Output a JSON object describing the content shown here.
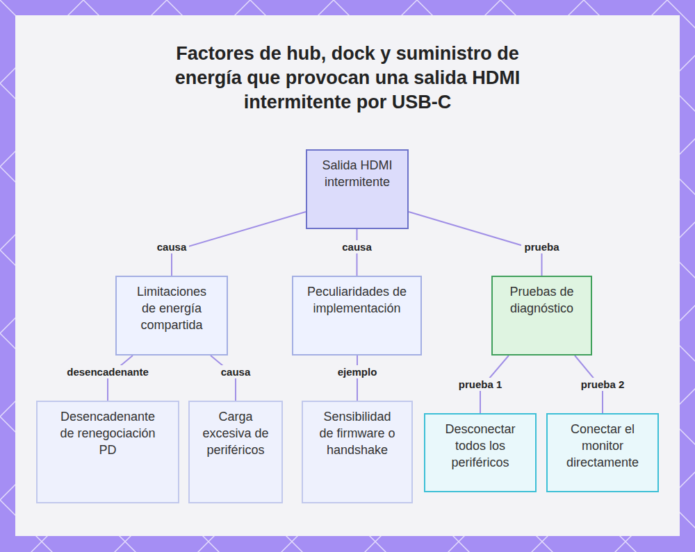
{
  "diagram": {
    "title": "Factores de hub, dock y suministro de energía que provocan una salida HDMI intermitente por USB-C",
    "nodes": [
      {
        "text": [
          "Salida HDMI intermitente"
        ]
      },
      {
        "text": [
          "Limitaciones de energía compartida"
        ]
      },
      {
        "text": [
          "Peculiaridades de implementación"
        ]
      },
      {
        "text": [
          "Pruebas de diagnóstico"
        ]
      },
      {
        "text": [
          "Desencadenante de renegociación PD"
        ]
      },
      {
        "text": [
          "Carga excesiva de periféricos"
        ]
      },
      {
        "text": [
          "Sensibilidad de firmware o handshake"
        ]
      },
      {
        "text": [
          "Desconectar todos los periféricos"
        ]
      },
      {
        "text": [
          "Conectar el monitor directamente"
        ]
      }
    ],
    "edges": [
      {
        "from": 0,
        "to": 1,
        "label": "causa",
        "arrow": "none"
      },
      {
        "from": 0,
        "to": 2,
        "label": "causa",
        "arrow": "none"
      },
      {
        "from": 0,
        "to": 3,
        "label": "prueba",
        "arrow": "none"
      },
      {
        "from": 1,
        "to": 4,
        "label": "desencadenante",
        "arrow": "none"
      },
      {
        "from": 1,
        "to": 5,
        "label": "causa",
        "arrow": "none"
      },
      {
        "from": 2,
        "to": 6,
        "label": "ejemplo",
        "arrow": "none"
      },
      {
        "from": 3,
        "to": 7,
        "label": "prueba 1",
        "arrow": "none"
      },
      {
        "from": 3,
        "to": 8,
        "label": "prueba 2",
        "arrow": "none"
      }
    ]
  }
}
